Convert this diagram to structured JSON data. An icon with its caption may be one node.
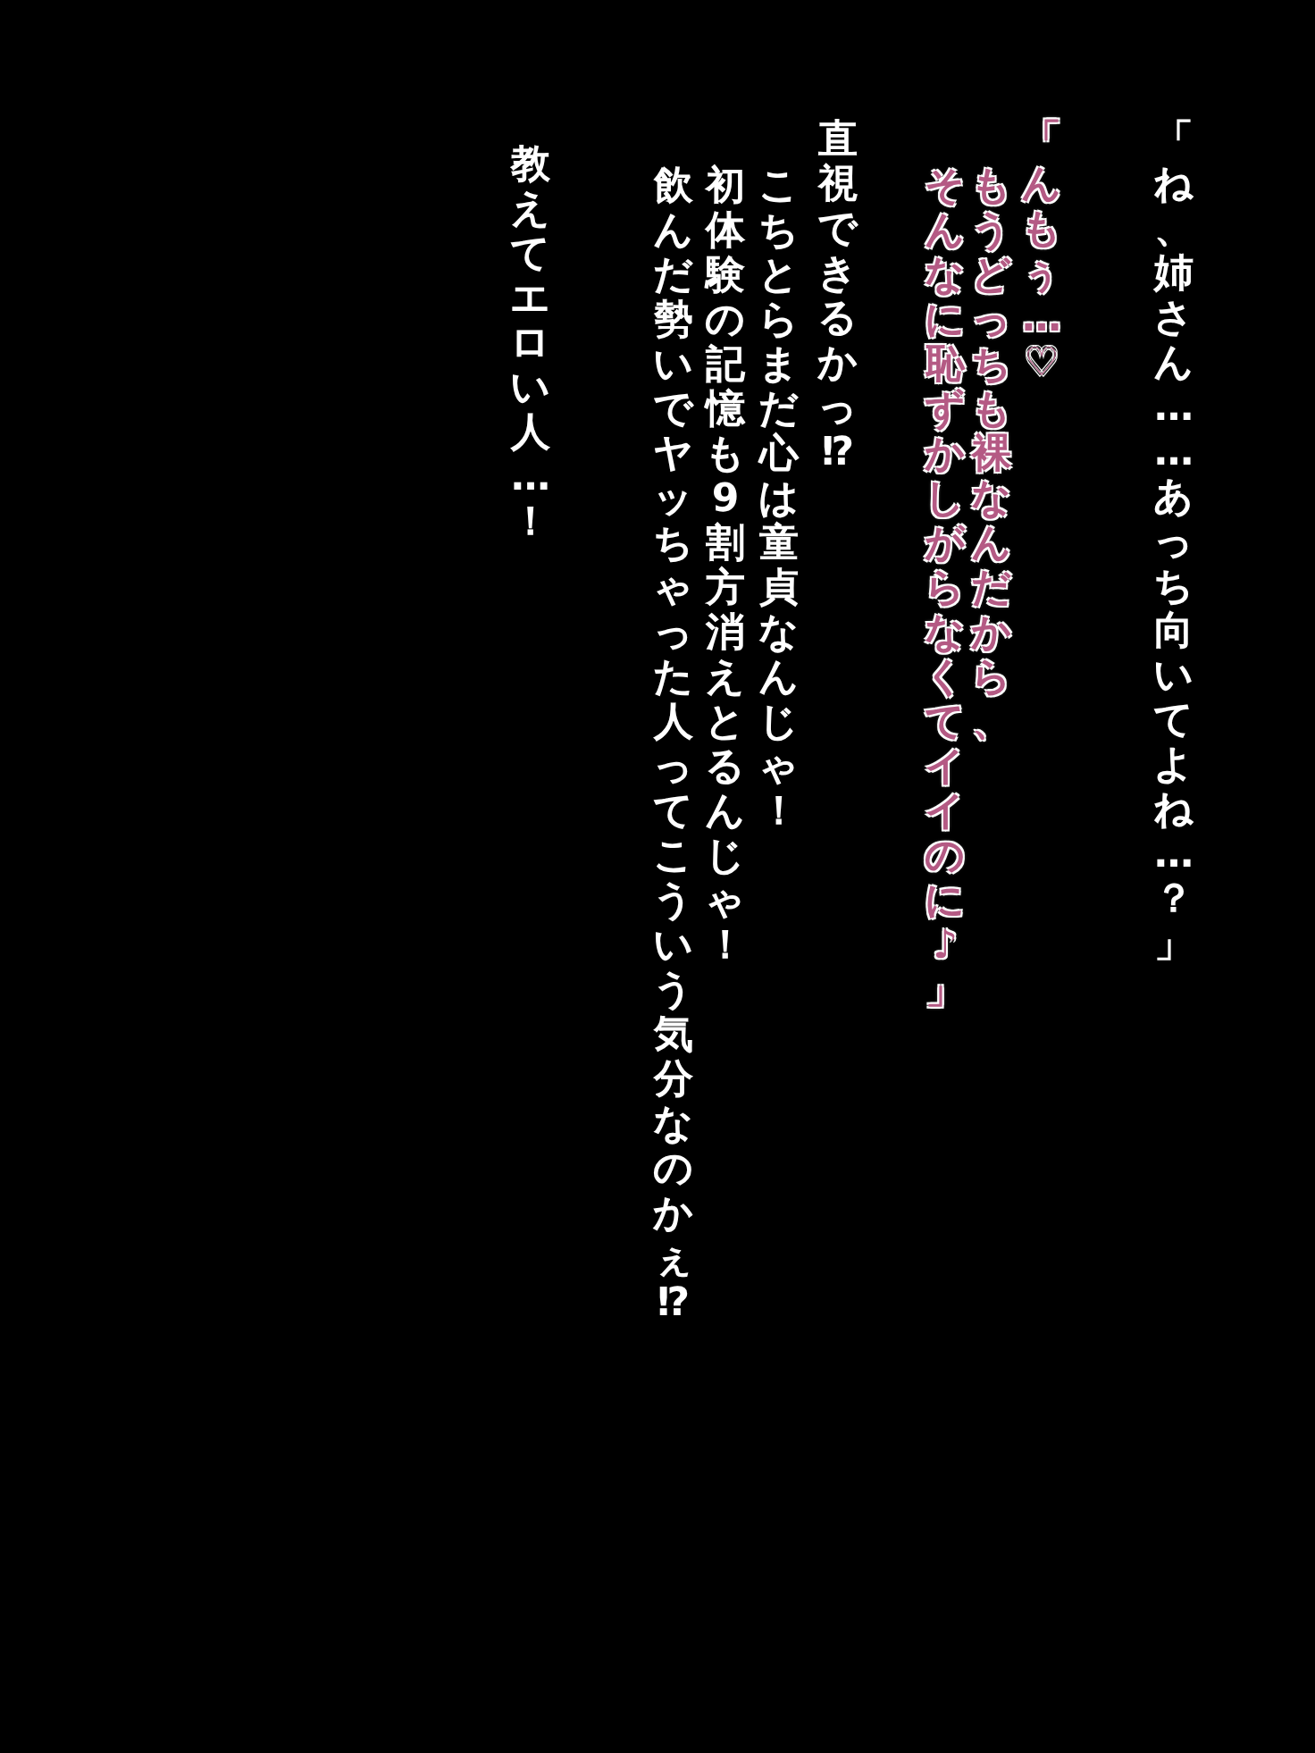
{
  "diagram": {
    "labels": [
      "「ね、姉さん……あっち向いてよね…？」",
      "「んもぅ…♡",
      "もうどっちも裸なんだから、",
      "そんなに恥ずかしがらなくてイイのに♪」",
      "直視できるかっ⁉",
      "こちとらまだ心は童貞なんじゃ！",
      "初体験の記憶も9割方消えとるんじゃ！",
      "飲んだ勢いでヤッちゃった人ってこういう気分なのかぇ⁉",
      "教えてエロい人…！"
    ]
  }
}
